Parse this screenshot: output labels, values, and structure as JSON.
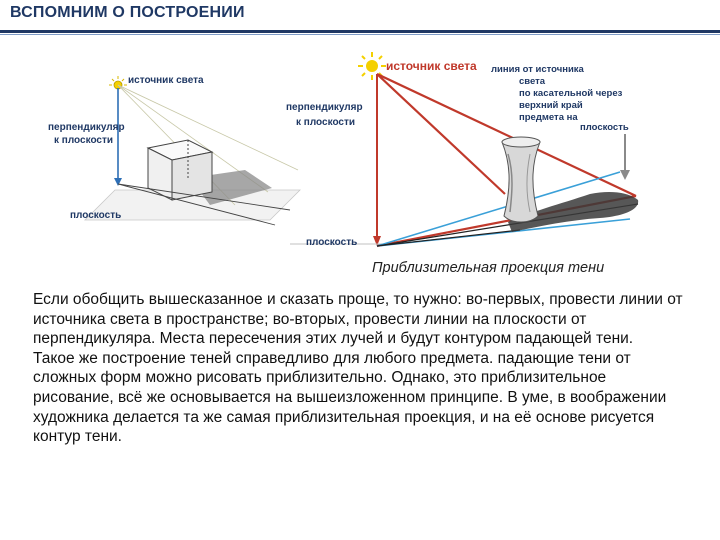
{
  "header": {
    "title": "ВСПОМНИМ О ПОСТРОЕНИИ"
  },
  "left_figure": {
    "light_source_label": "источник света",
    "perpendicular_label_line1": "перпендикуляр",
    "perpendicular_label_line2": "к плоскости",
    "plane_label": "плоскость"
  },
  "right_figure": {
    "light_source_label": "источник света",
    "perpendicular_label_line1": "перпендикуляр",
    "perpendicular_label_line2": "к плоскости",
    "plane_label_bottom": "плоскость",
    "ray_label_lines": [
      "линия от источника",
      "света",
      "по касательной через",
      "верхний край",
      "предмета на"
    ],
    "plane_label_right": "плоскость",
    "caption": "Приблизительная проекция тени"
  },
  "body": {
    "paragraph1": "Если обобщить вышесказанное и сказать проще, то нужно: во-первых, провести линии от источника света в пространстве; во-вторых, провести линии на плоскости от перпендикуляра. Места пересечения этих лучей и будут контуром падающей тени.",
    "paragraph2": "Такое же построение теней справедливо для любого предмета. падающие тени от сложных форм можно рисовать приблизительно. Однако, это приблизительное рисование, всё же основывается на вышеизложенном принципе. В уме, в воображении художника делается та же самая приблизительная проекция, и на её основе рисуется контур тени."
  },
  "colors": {
    "title": "#1f3864",
    "label_blue": "#1f3864",
    "perpendicular_blue": "#2e6fb6",
    "ray_red": "#c0392b",
    "ray_blue": "#3aa0d8",
    "sun_yellow": "#f4d000"
  }
}
